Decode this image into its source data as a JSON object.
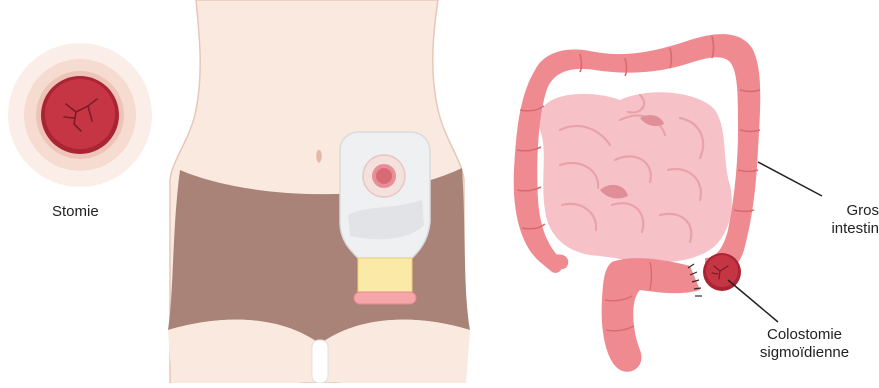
{
  "labels": {
    "stoma": "Stomie",
    "large_intestine_line1": "Gros",
    "large_intestine_line2": "intestin",
    "colostomy_line1": "Colostomie",
    "colostomy_line2": "sigmoïdienne"
  },
  "colors": {
    "skin": "#f9e9df",
    "skin_outline": "#e7c7b8",
    "underwear": "#a98377",
    "colon": "#ee8a90",
    "colon_dark": "#d96a72",
    "small_intestine": "#f6c2c7",
    "stoma": "#c63544",
    "stoma_dark": "#a92535",
    "pouch": "#eef0f2",
    "pouch_flange": "#f4a6a8",
    "pouch_band": "#fbe9a8"
  }
}
